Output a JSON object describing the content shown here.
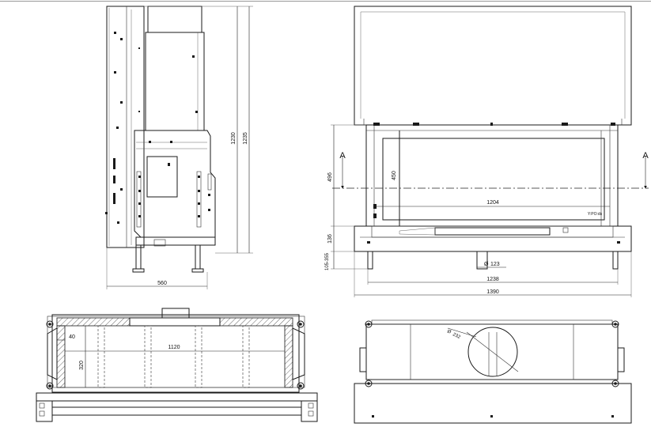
{
  "side_view": {
    "dim_width": "560",
    "dim_height_inner": "1230",
    "dim_height_outer": "1235"
  },
  "front_view": {
    "section_marker_left": "A",
    "section_marker_right": "A",
    "dim_height_496": "496",
    "dim_height_450": "450",
    "dim_width_1204": "1204",
    "dim_height_136": "136",
    "dim_leg_height": "105-355",
    "dim_outlet": "123",
    "outlet_prefix": "Ø",
    "dim_width_1238": "1238",
    "dim_width_1390": "1390",
    "brand_mark": "Y:PO:ds"
  },
  "section_view": {
    "dim_inner_width": "1120",
    "dim_depth": "320",
    "dim_wall": "40"
  },
  "top_view": {
    "dim_flue": "232",
    "flue_prefix": "Ø"
  }
}
